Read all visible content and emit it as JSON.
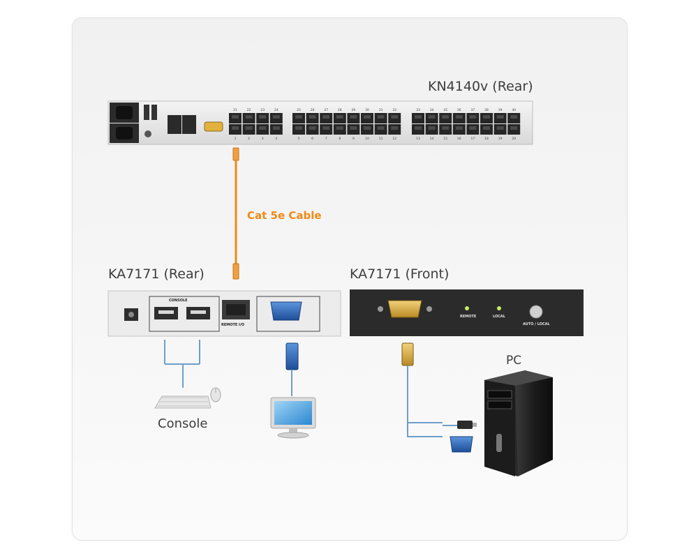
{
  "labels": {
    "kn4140v": "KN4140v (Rear)",
    "cable": "Cat 5e Cable",
    "ka_rear": "KA7171 (Rear)",
    "ka_front": "KA7171 (Front)",
    "pc": "PC",
    "console": "Console"
  },
  "rear_panel": {
    "console_label": "CONSOLE",
    "remote_io_label": "REMOTE I/O"
  },
  "front_panel": {
    "remote_label": "REMOTE",
    "local_label": "LOCAL",
    "auto_local_label": "AUTO / LOCAL"
  },
  "switch_ports": {
    "top_numbers": [
      "21",
      "22",
      "23",
      "24",
      "25",
      "26",
      "27",
      "28",
      "29",
      "30",
      "31",
      "32",
      "33",
      "34",
      "35",
      "36",
      "37",
      "38",
      "39",
      "40"
    ],
    "bottom_numbers": [
      "1",
      "2",
      "3",
      "4",
      "5",
      "6",
      "7",
      "8",
      "9",
      "10",
      "11",
      "12",
      "13",
      "14",
      "15",
      "16",
      "17",
      "18",
      "19",
      "20"
    ]
  },
  "colors": {
    "cable": "#ef8a16",
    "vga_blue": "#2a5fb0",
    "vga_gold": "#d9b04a",
    "wire": "#6e9ec9"
  }
}
